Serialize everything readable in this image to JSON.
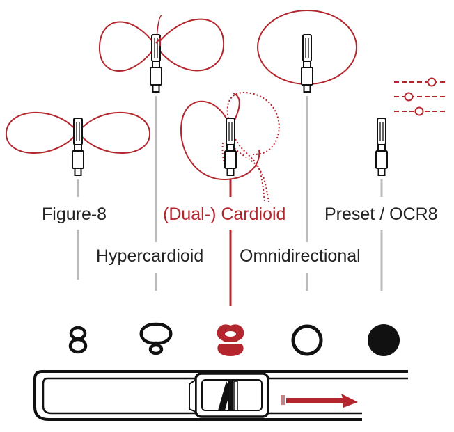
{
  "modes": [
    {
      "id": "figure8",
      "label": "Figure-8",
      "symbol": "figure8-icon",
      "active": false
    },
    {
      "id": "hypercardioid",
      "label": "Hypercardioid",
      "symbol": "hypercardioid-icon",
      "active": false
    },
    {
      "id": "cardioid",
      "label": "(Dual-) Cardioid",
      "symbol": "dual-cardioid-icon",
      "active": true
    },
    {
      "id": "omni",
      "label": "Omnidirectional",
      "symbol": "omni-icon",
      "active": false
    },
    {
      "id": "preset",
      "label": "Preset / OCR8",
      "symbol": "preset-icon",
      "active": false
    }
  ],
  "colors": {
    "accent": "#b3262e",
    "line": "#bbbbbb",
    "ink": "#111111"
  },
  "switch": {
    "selected_mode": "(Dual-) Cardioid",
    "direction": "right-arrow"
  }
}
